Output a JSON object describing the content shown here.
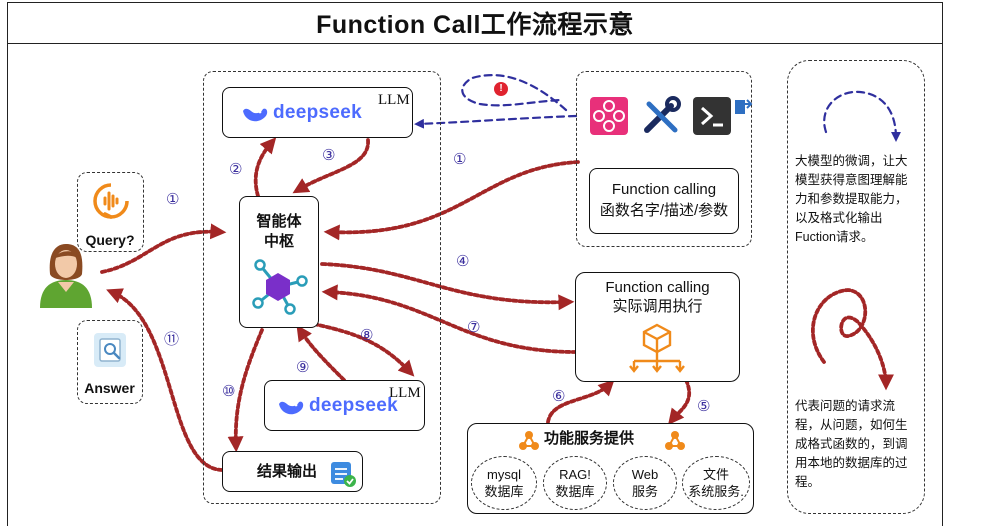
{
  "title": "Function Call工作流程示意",
  "nodes": {
    "llm_top": {
      "brand": "deepseek",
      "tag": "LLM"
    },
    "llm_bottom": {
      "brand": "deepseek",
      "tag": "LLM"
    },
    "agent_hub": {
      "line1": "智能体",
      "line2": "中枢"
    },
    "query": {
      "label": "Query?"
    },
    "answer": {
      "label": "Answer"
    },
    "fc_def": {
      "line1": "Function calling",
      "line2": "函数名字/描述/参数"
    },
    "fc_exec": {
      "line1": "Function calling",
      "line2": "实际调用执行"
    },
    "result_output": {
      "label": "结果输出"
    },
    "services": {
      "title": "功能服务提供",
      "items": [
        {
          "line1": "mysql",
          "line2": "数据库"
        },
        {
          "line1": "RAG!",
          "line2": "数据库"
        },
        {
          "line1": "Web",
          "line2": "服务"
        },
        {
          "line1": "文件",
          "line2": "系统服务."
        }
      ]
    }
  },
  "steps": [
    "①",
    "①",
    "②",
    "③",
    "④",
    "⑤",
    "⑥",
    "⑦",
    "⑧",
    "⑨",
    "⑩",
    "⑪"
  ],
  "notes": {
    "fine_tune": [
      "大模型的微调，让大",
      "模型获得意图理解能",
      "力和参数提取能力，",
      "以及格式化输出",
      "Fuction请求。"
    ],
    "request_flow": [
      "代表问题的请求流",
      "程，从问题，如何生",
      "成格式函数的，到调",
      "用本地的数据库的过",
      "程。"
    ]
  },
  "badge": "!",
  "colors": {
    "request_flow": "#a32626",
    "fine_tune_flow": "#2f2f9e",
    "brand_blue": "#4d6bfe",
    "hub_purple": "#7a2fc9",
    "hub_teal": "#2a9db8",
    "orange": "#f08a1a"
  },
  "icons": [
    "user-avatar-icon",
    "voice-query-icon",
    "answer-document-icon",
    "deepseek-whale-icon",
    "network-hub-icon",
    "aws-step-functions-icon",
    "tools-icon",
    "terminal-icon",
    "export-icon",
    "function-execute-icon",
    "service-provider-icon",
    "result-output-icon"
  ]
}
